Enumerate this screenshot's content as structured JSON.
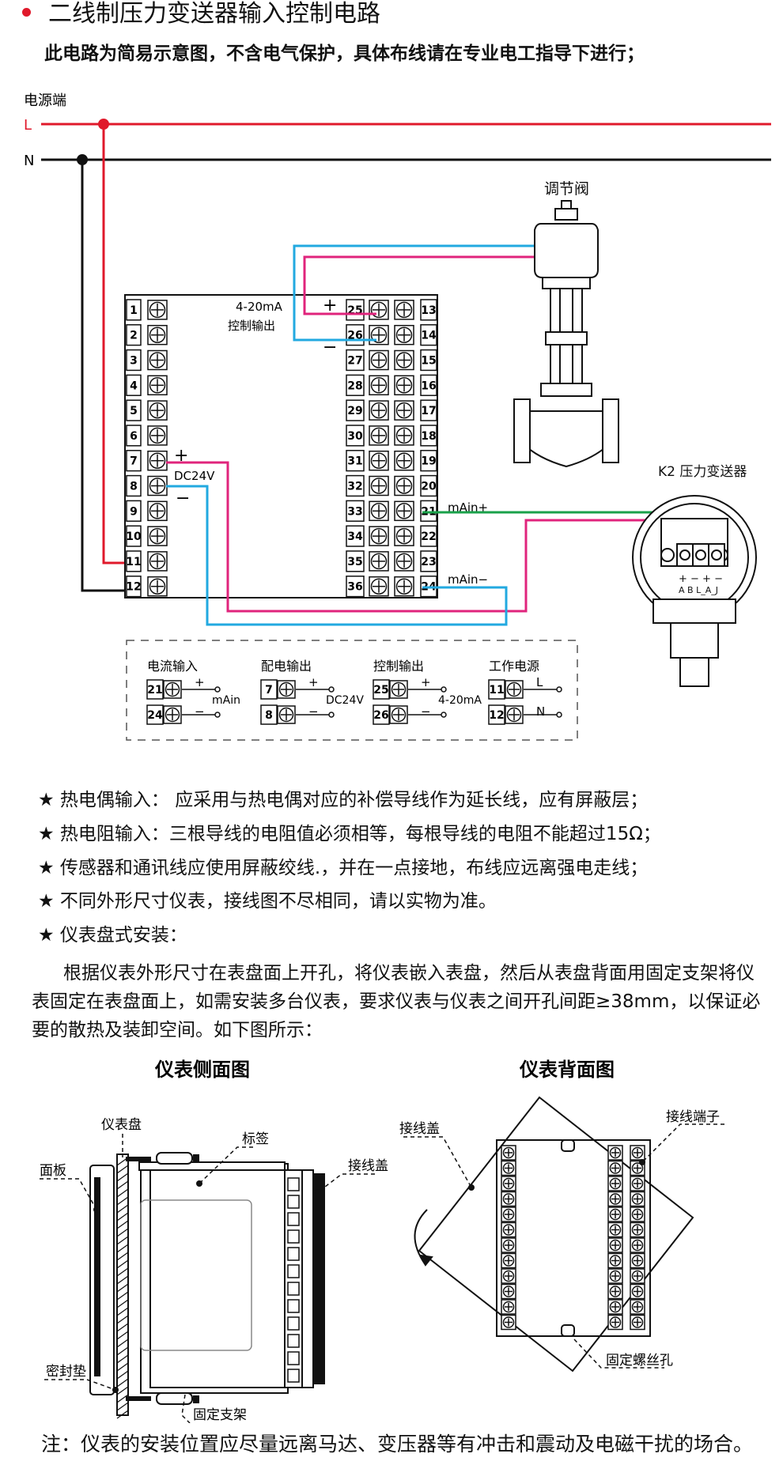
{
  "header": {
    "title": "二线制压力变送器输入控制电路",
    "subtitle": "此电路为简易示意图，不含电气保护，具体布线请在专业电工指导下进行；"
  },
  "power": {
    "label": "电源端",
    "L": "L",
    "N": "N"
  },
  "valve": {
    "label": "调节阀"
  },
  "controller": {
    "left_terminals": [
      "1",
      "2",
      "3",
      "4",
      "5",
      "6",
      "7",
      "8",
      "9",
      "10",
      "11",
      "12"
    ],
    "mid_terminals": [
      "25",
      "26",
      "27",
      "28",
      "29",
      "30",
      "31",
      "32",
      "33",
      "34",
      "35",
      "36"
    ],
    "right_terminals": [
      "13",
      "14",
      "15",
      "16",
      "17",
      "18",
      "19",
      "20",
      "21",
      "22",
      "23",
      "24"
    ],
    "control_output": [
      "4-20mA",
      "控制输出"
    ],
    "plus": "+",
    "minus": "−",
    "dc24v": "DC24V",
    "main_plus": "mAin+",
    "main_minus": "mAin−"
  },
  "transmitter": {
    "label": "K2 压力变送器",
    "bottom_signs": "+  −  +  −",
    "bottom_letters": "A  B  L_A_J"
  },
  "legend": {
    "current_input": {
      "title": "电流输入",
      "t1": "21",
      "t2": "24",
      "tag": "mAin"
    },
    "power_output": {
      "title": "配电输出",
      "t1": "7",
      "t2": "8",
      "tag": "DC24V"
    },
    "control_output": {
      "title": "控制输出",
      "t1": "25",
      "t2": "26",
      "tag": "4-20mA"
    },
    "work_power": {
      "title": "工作电源",
      "t1": "11",
      "t2": "12",
      "tL": "L",
      "tN": "N"
    },
    "plus": "+",
    "minus": "−"
  },
  "notes": [
    "★ 热电偶输入： 应采用与热电偶对应的补偿导线作为延长线，应有屏蔽层；",
    "★ 热电阻输入：三根导线的电阻值必须相等，每根导线的电阻不能超过15Ω；",
    "★ 传感器和通讯线应使用屏蔽绞线.，并在一点接地，布线应远离强电走线；",
    "★ 不同外形尺寸仪表，接线图不尽相同，请以实物为准。",
    "★ 仪表盘式安装："
  ],
  "install_paragraph": "根据仪表外形尺寸在表盘面上开孔，将仪表嵌入表盘，然后从表盘背面用固定支架将仪表固定在表盘面上，如需安装多台仪表，要求仪表与仪表之间开孔间距≥38mm，以保证必要的散热及装卸空间。如下图所示：",
  "side_view": {
    "title": "仪表侧面图",
    "panel_board": "仪表盘",
    "label_tag": "标签",
    "face": "面板",
    "cover": "接线盖",
    "gasket": "密封垫",
    "bracket": "固定支架"
  },
  "back_view": {
    "title": "仪表背面图",
    "cover": "接线盖",
    "terminal": "接线端子",
    "screw_hole": "固定螺丝孔"
  },
  "footer": "注：仪表的安装位置应尽量远离马达、变压器等有冲击和震动及电磁干扰的场合。",
  "colors": {
    "L": "#e0192b",
    "N": "#111111",
    "cyan": "#22a9e0",
    "magenta": "#e0247c",
    "green": "#1aa14a"
  }
}
